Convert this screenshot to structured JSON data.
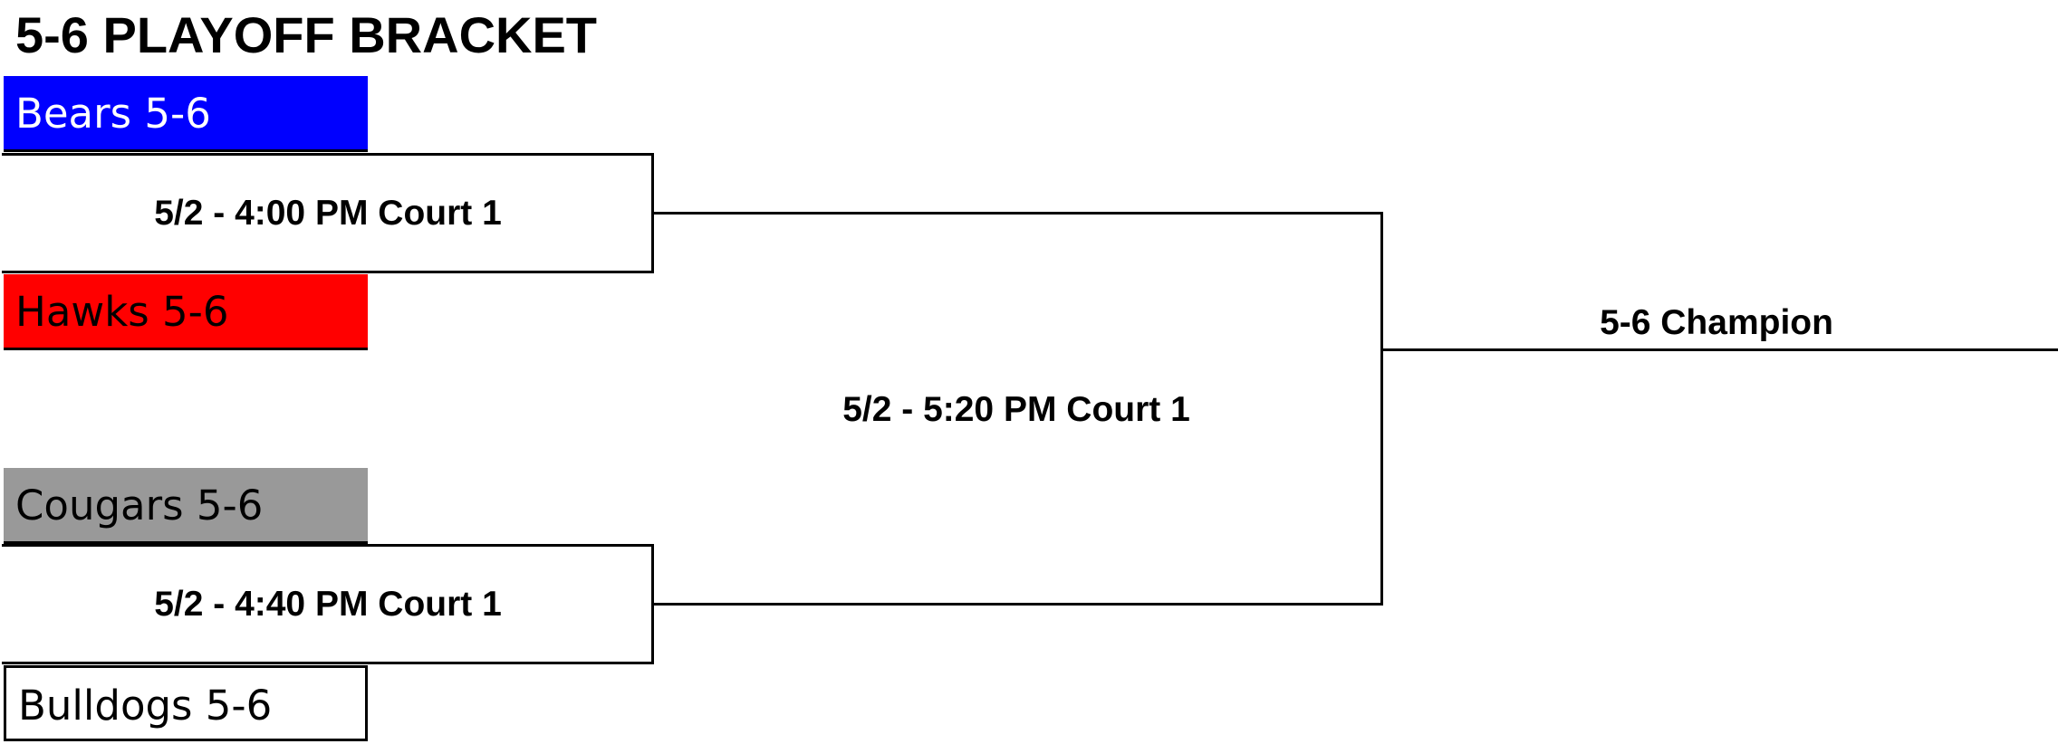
{
  "bracket": {
    "title": "5-6 PLAYOFF BRACKET",
    "teams": [
      {
        "name": "Bears 5-6",
        "color": "#0000ff",
        "text_color": "#ffffff"
      },
      {
        "name": "Hawks 5-6",
        "color": "#ff0000",
        "text_color": "#000000"
      },
      {
        "name": "Cougars 5-6",
        "color": "#999999",
        "text_color": "#000000"
      },
      {
        "name": "Bulldogs 5-6",
        "color": "#ffffff",
        "text_color": "#000000"
      }
    ],
    "games": {
      "semifinal_1": "5/2 - 4:00 PM Court 1",
      "semifinal_2": "5/2 - 4:40 PM Court 1",
      "final": "5/2 - 5:20 PM Court 1"
    },
    "champion_label": "5-6 Champion"
  }
}
